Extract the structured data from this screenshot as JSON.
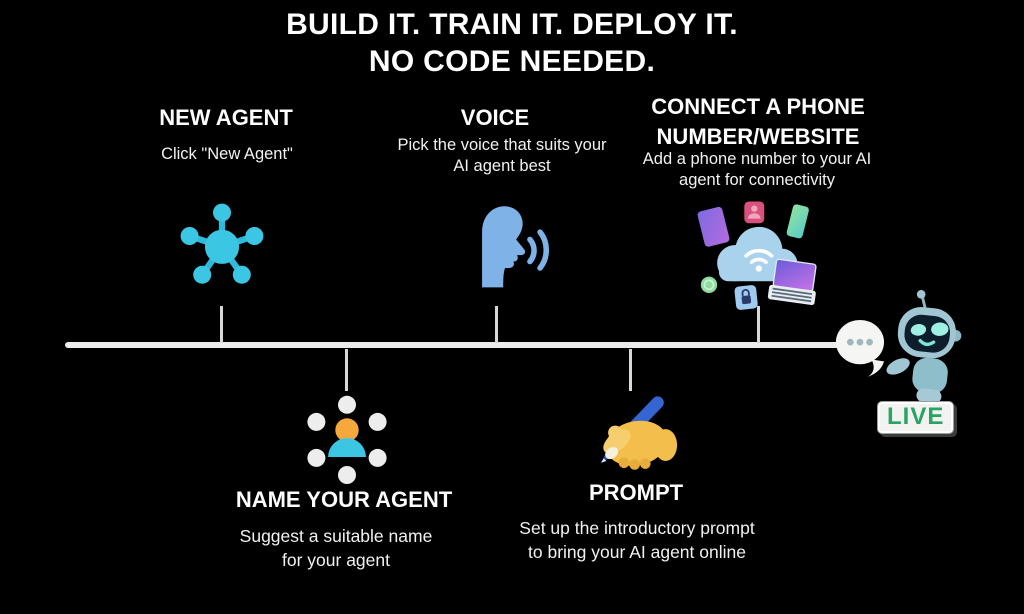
{
  "title": {
    "line1": "BUILD IT. TRAIN IT. DEPLOY IT.",
    "line2": "NO CODE NEEDED."
  },
  "steps": {
    "new_agent": {
      "heading": "NEW AGENT",
      "description": "Click \"New Agent\"",
      "icon": "molecule-network-icon",
      "position": "above-timeline"
    },
    "voice": {
      "heading": "VOICE",
      "description": "Pick the voice that suits your AI agent best",
      "icon": "speaking-head-icon",
      "position": "above-timeline"
    },
    "connect": {
      "heading": "CONNECT A PHONE NUMBER/WEBSITE",
      "description": "Add a phone number to your AI agent for connectivity",
      "icon": "cloud-devices-icon",
      "position": "above-timeline"
    },
    "name_agent": {
      "heading": "NAME YOUR AGENT",
      "description": "Suggest a suitable name for your agent",
      "icon": "person-network-icon",
      "position": "below-timeline"
    },
    "prompt": {
      "heading": "PROMPT",
      "description": "Set up the introductory prompt to bring your AI agent online",
      "icon": "writing-hand-icon",
      "position": "below-timeline"
    }
  },
  "mascot": {
    "name": "robot-mascot",
    "speech_bubble": "typing-dots"
  },
  "status": {
    "live_label": "LIVE"
  },
  "colors": {
    "background": "#000000",
    "text_white": "#ffffff",
    "accent_cyan": "#3bc7e4",
    "accent_lightblue": "#7fb3e8",
    "cloud_blue": "#a9d2ec",
    "person_orange": "#f6a83c",
    "hand_yellow": "#f3be4b",
    "pen_blue": "#3565d0",
    "live_green": "#28a465",
    "timeline_gray": "#ececec"
  }
}
